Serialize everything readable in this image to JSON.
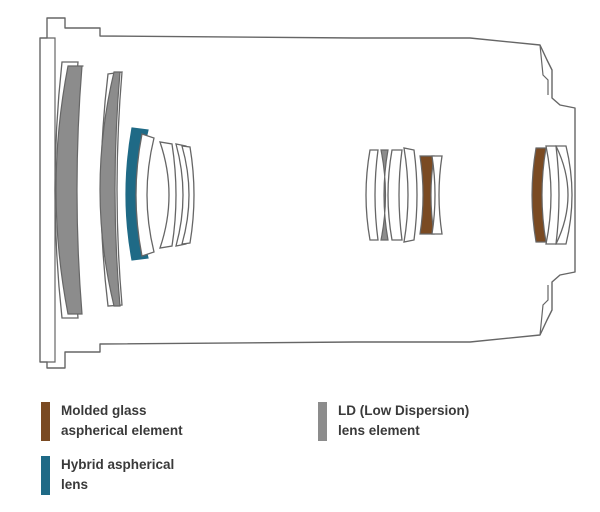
{
  "colors": {
    "outline": "#666666",
    "molded_glass": "#7a4a22",
    "hybrid": "#1f6a86",
    "ld": "#8c8c8c",
    "lens_fill": "#ffffff"
  },
  "legend": {
    "molded_glass": {
      "label": "Molded glass\naspherical element",
      "icon": "brown-swatch"
    },
    "ld": {
      "label": "LD (Low Dispersion)\nlens element",
      "icon": "gray-swatch"
    },
    "hybrid": {
      "label": "Hybrid aspherical\nlens",
      "icon": "blue-swatch"
    }
  }
}
